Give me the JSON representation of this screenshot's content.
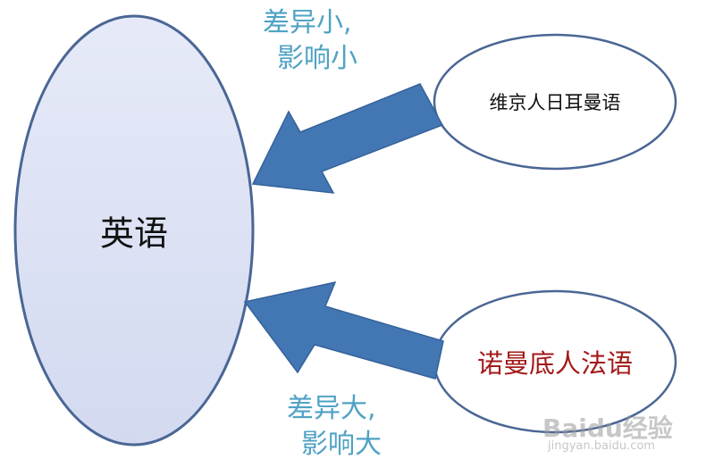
{
  "nodes": {
    "english": {
      "label": "英语"
    },
    "viking": {
      "label": "维京人日耳曼语"
    },
    "norman": {
      "label": "诺曼底人法语"
    }
  },
  "annotations": {
    "small_influence": {
      "line1": "差异小,",
      "line2": "影响小"
    },
    "large_influence": {
      "line1": "差异大,",
      "line2": "影响大"
    }
  },
  "watermark": {
    "text": "Baidu经验",
    "sub": "jingyan.baidu.com"
  },
  "colors": {
    "english_fill": "#dde3f5",
    "ellipse_stroke": "#4a6694",
    "arrow_fill": "#4377b4",
    "note_text": "#4fa2c4",
    "norman_text": "#a31a1a"
  }
}
